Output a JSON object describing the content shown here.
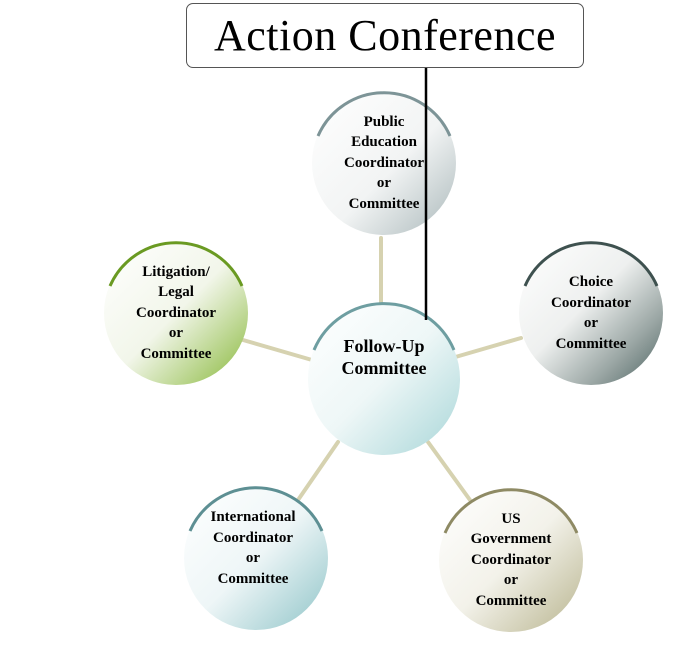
{
  "title": "Action Conference",
  "center_node": {
    "lines": [
      "Follow-Up",
      "Committee"
    ]
  },
  "nodes": [
    {
      "id": "public-education",
      "lines": [
        "Public",
        "Education",
        "Coordinator",
        "or",
        "Committee"
      ]
    },
    {
      "id": "choice",
      "lines": [
        "Choice",
        "Coordinator",
        "or",
        "Committee"
      ]
    },
    {
      "id": "us-government",
      "lines": [
        "US",
        "Government",
        "Coordinator",
        "or",
        "Committee"
      ]
    },
    {
      "id": "international",
      "lines": [
        "International",
        "Coordinator",
        "or",
        "Committee"
      ]
    },
    {
      "id": "litigation-legal",
      "lines": [
        "Litigation/",
        "Legal",
        "Coordinator",
        "or",
        "Committee"
      ]
    }
  ],
  "colors": {
    "connector": "#d6d2b0",
    "title_line": "#000000",
    "public_education": "#aab8ba",
    "choice": "#4a605e",
    "us_government": "#b8b48e",
    "international": "#8fc4c8",
    "litigation_legal": "#88b83a",
    "center": "#a8d6d8"
  }
}
